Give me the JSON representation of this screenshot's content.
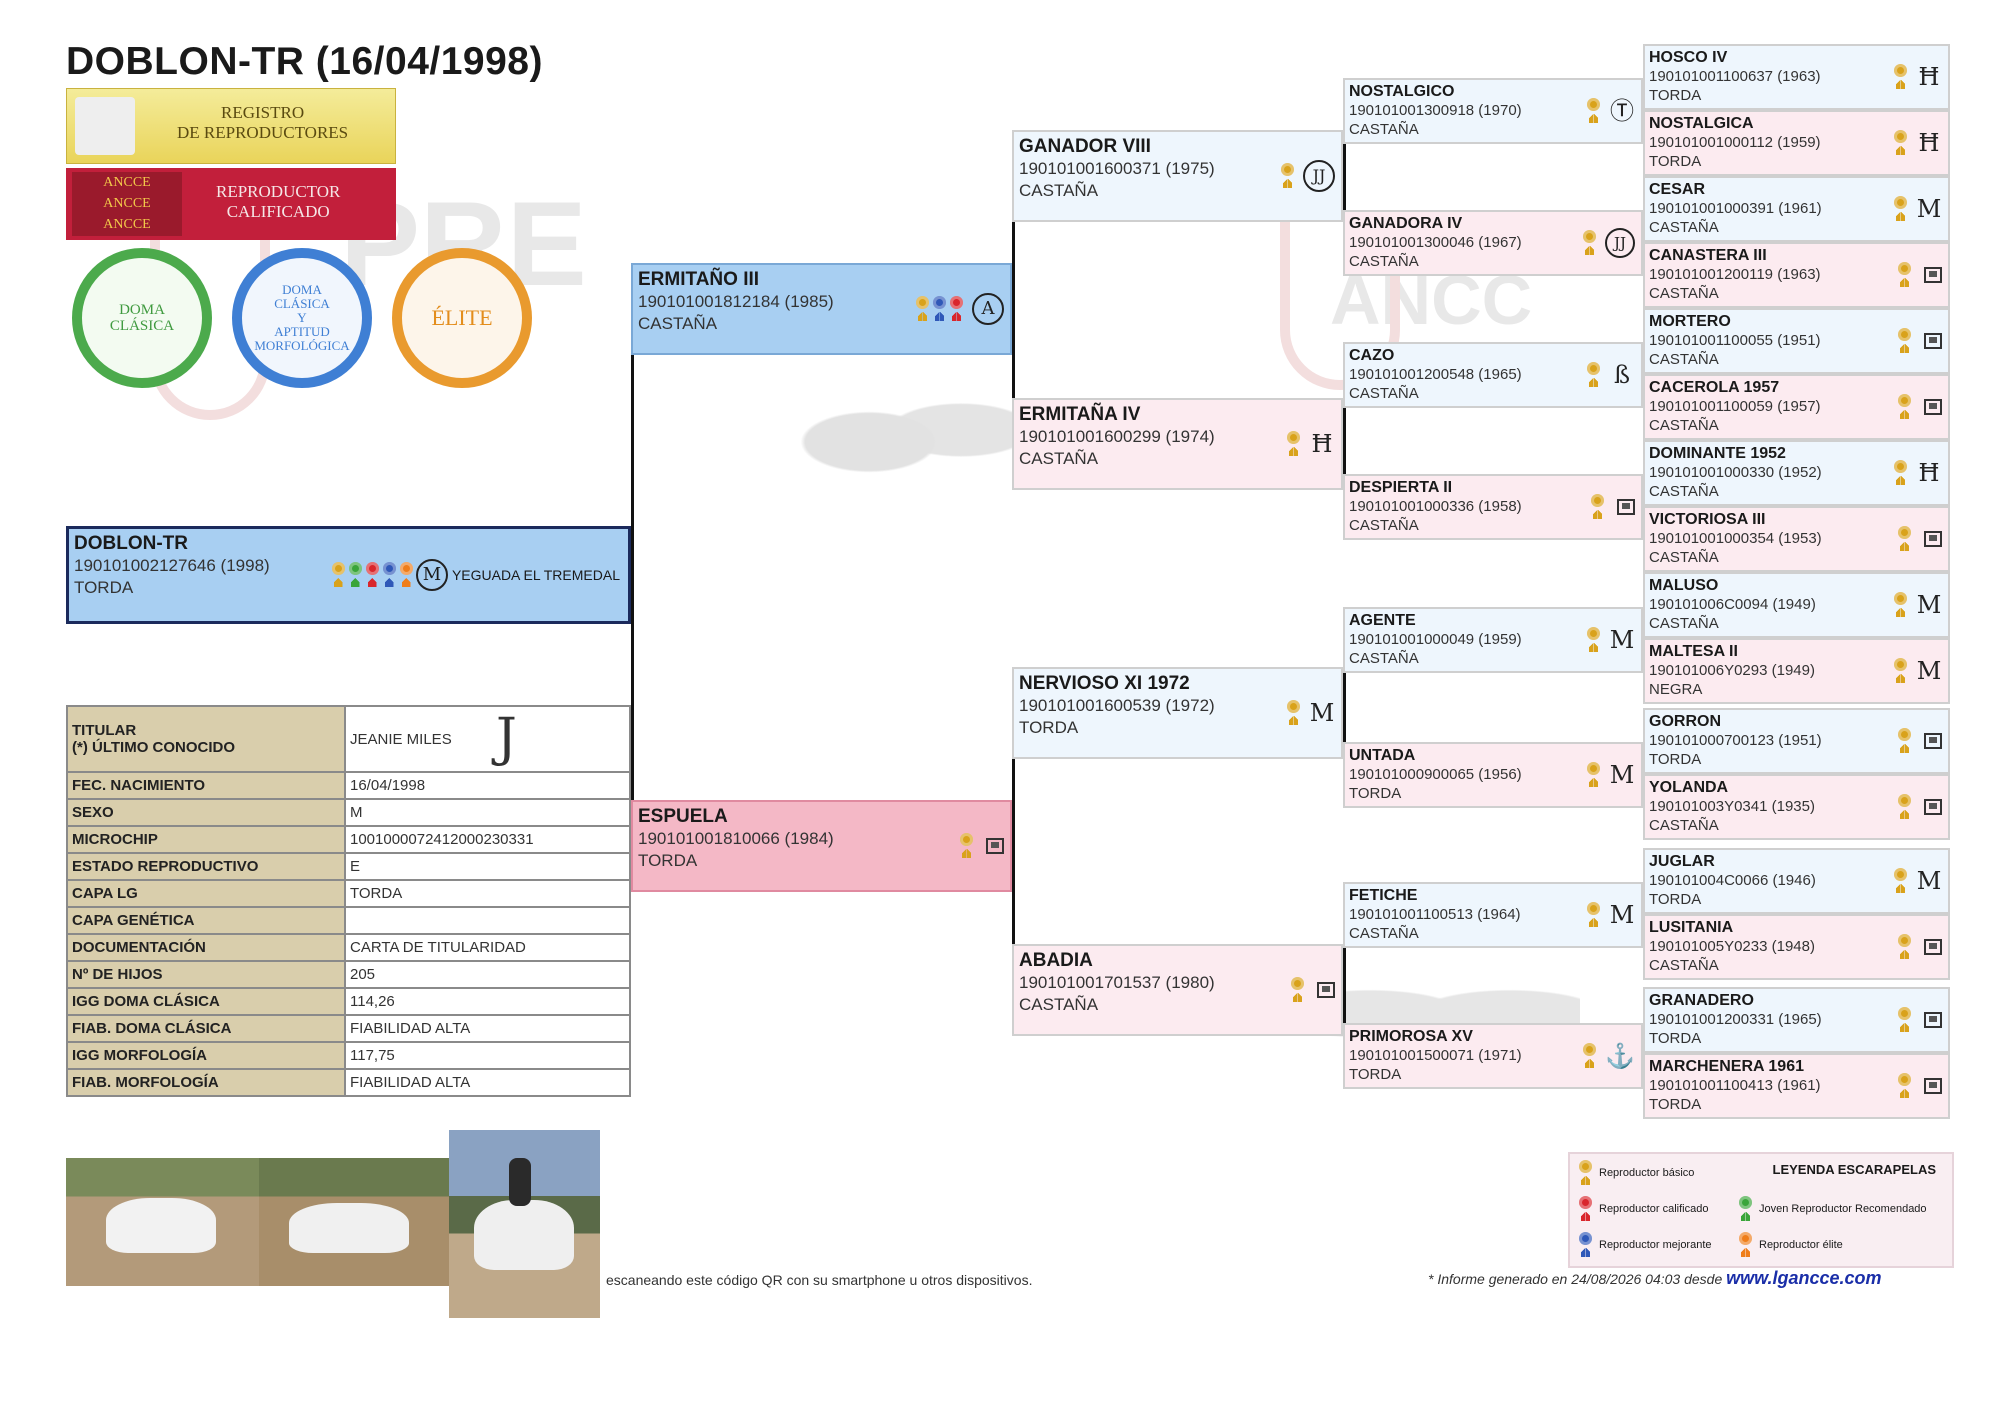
{
  "title": "DOBLON-TR (16/04/1998)",
  "badges": {
    "registro": "REGISTRO\nDE REPRODUCTORES",
    "calificado": "REPRODUCTOR\nCALIFICADO",
    "ancce": "ANCCE",
    "seal1": "DOMA\nCLÁSICA",
    "seal2": "DOMA\nCLÁSICA\nY\nAPTITUD\nMORFOLÓGICA",
    "seal3": "ÉLITE"
  },
  "main_horse": {
    "name": "DOBLON-TR",
    "reg": "190101002127646 (1998)",
    "coat": "TORDA",
    "breeder": "YEGUADA EL TREMEDAL"
  },
  "info_rows": [
    {
      "k": "TITULAR\n(*) ÚLTIMO CONOCIDO",
      "v": "JEANIE MILES"
    },
    {
      "k": "FEC. NACIMIENTO",
      "v": "16/04/1998"
    },
    {
      "k": "SEXO",
      "v": "M"
    },
    {
      "k": "MICROCHIP",
      "v": "1001000072412000230331"
    },
    {
      "k": "ESTADO REPRODUCTIVO",
      "v": "E"
    },
    {
      "k": "CAPA LG",
      "v": "TORDA"
    },
    {
      "k": "CAPA GENÉTICA",
      "v": ""
    },
    {
      "k": "DOCUMENTACIÓN",
      "v": "CARTA DE TITULARIDAD"
    },
    {
      "k": "Nº DE HIJOS",
      "v": "205"
    },
    {
      "k": "IGG DOMA CLÁSICA",
      "v": "114,26"
    },
    {
      "k": "FIAB. DOMA CLÁSICA",
      "v": "FIABILIDAD ALTA"
    },
    {
      "k": "IGG MORFOLOGÍA",
      "v": "117,75"
    },
    {
      "k": "FIAB. MORFOLOGÍA",
      "v": "FIABILIDAD ALTA"
    }
  ],
  "gen1": [
    {
      "name": "ERMITAÑO III",
      "reg": "190101001812184 (1985)",
      "coat": "CASTAÑA"
    },
    {
      "name": "ESPUELA",
      "reg": "190101001810066 (1984)",
      "coat": "TORDA"
    }
  ],
  "gen2": [
    {
      "name": "GANADOR VIII",
      "reg": "190101001600371 (1975)",
      "coat": "CASTAÑA"
    },
    {
      "name": "ERMITAÑA IV",
      "reg": "190101001600299 (1974)",
      "coat": "CASTAÑA"
    },
    {
      "name": "NERVIOSO XI 1972",
      "reg": "190101001600539 (1972)",
      "coat": "TORDA"
    },
    {
      "name": "ABADIA",
      "reg": "190101001701537 (1980)",
      "coat": "CASTAÑA"
    }
  ],
  "gen3": [
    {
      "name": "NOSTALGICO",
      "reg": "190101001300918 (1970)",
      "coat": "CASTAÑA"
    },
    {
      "name": "GANADORA IV",
      "reg": "190101001300046 (1967)",
      "coat": "CASTAÑA"
    },
    {
      "name": "CAZO",
      "reg": "190101001200548 (1965)",
      "coat": "CASTAÑA"
    },
    {
      "name": "DESPIERTA II",
      "reg": "190101001000336 (1958)",
      "coat": "CASTAÑA"
    },
    {
      "name": "AGENTE",
      "reg": "190101001000049 (1959)",
      "coat": "CASTAÑA"
    },
    {
      "name": "UNTADA",
      "reg": "190101000900065 (1956)",
      "coat": "TORDA"
    },
    {
      "name": "FETICHE",
      "reg": "190101001100513 (1964)",
      "coat": "CASTAÑA"
    },
    {
      "name": "PRIMOROSA XV",
      "reg": "190101001500071 (1971)",
      "coat": "TORDA"
    }
  ],
  "gen4": [
    {
      "name": "HOSCO IV",
      "reg": "190101001100637 (1963)",
      "coat": "TORDA"
    },
    {
      "name": "NOSTALGICA",
      "reg": "190101001000112 (1959)",
      "coat": "TORDA"
    },
    {
      "name": "CESAR",
      "reg": "190101001000391 (1961)",
      "coat": "CASTAÑA"
    },
    {
      "name": "CANASTERA III",
      "reg": "190101001200119 (1963)",
      "coat": "CASTAÑA"
    },
    {
      "name": "MORTERO",
      "reg": "190101001100055 (1951)",
      "coat": "CASTAÑA"
    },
    {
      "name": "CACEROLA 1957",
      "reg": "190101001100059 (1957)",
      "coat": "CASTAÑA"
    },
    {
      "name": "DOMINANTE 1952",
      "reg": "190101001000330 (1952)",
      "coat": "CASTAÑA"
    },
    {
      "name": "VICTORIOSA III",
      "reg": "190101001000354 (1953)",
      "coat": "CASTAÑA"
    },
    {
      "name": "MALUSO",
      "reg": "190101006C0094 (1949)",
      "coat": "CASTAÑA"
    },
    {
      "name": "MALTESA II",
      "reg": "190101006Y0293 (1949)",
      "coat": "NEGRA"
    },
    {
      "name": "GORRON",
      "reg": "190101000700123 (1951)",
      "coat": "TORDA"
    },
    {
      "name": "YOLANDA",
      "reg": "190101003Y0341 (1935)",
      "coat": "CASTAÑA"
    },
    {
      "name": "JUGLAR",
      "reg": "190101004C0066 (1946)",
      "coat": "TORDA"
    },
    {
      "name": "LUSITANIA",
      "reg": "190101005Y0233 (1948)",
      "coat": "CASTAÑA"
    },
    {
      "name": "GRANADERO",
      "reg": "190101001200331 (1965)",
      "coat": "TORDA"
    },
    {
      "name": "MARCHENERA 1961",
      "reg": "190101001100413 (1961)",
      "coat": "TORDA"
    }
  ],
  "legend": {
    "title": "LEYENDA ESCARAPELAS",
    "basico": "Reproductor básico",
    "calificado": "Reproductor calificado",
    "mejorante": "Reproductor mejorante",
    "joven": "Joven Reproductor Recomendado",
    "elite": "Reproductor élite"
  },
  "footer": {
    "qr": "escaneando este código QR con su smartphone u otros dispositivos.",
    "generated": "* Informe generado en 24/08/2026 04:03 desde",
    "site": "www.lgancce.com"
  },
  "colors": {
    "gold": "#d9a21b",
    "red": "#d9262c",
    "blue": "#2f58b8",
    "green": "#3aa53a",
    "orange": "#ef7d1a",
    "male_hi": "#a8cff2",
    "fem_hi": "#f4b8c6"
  }
}
